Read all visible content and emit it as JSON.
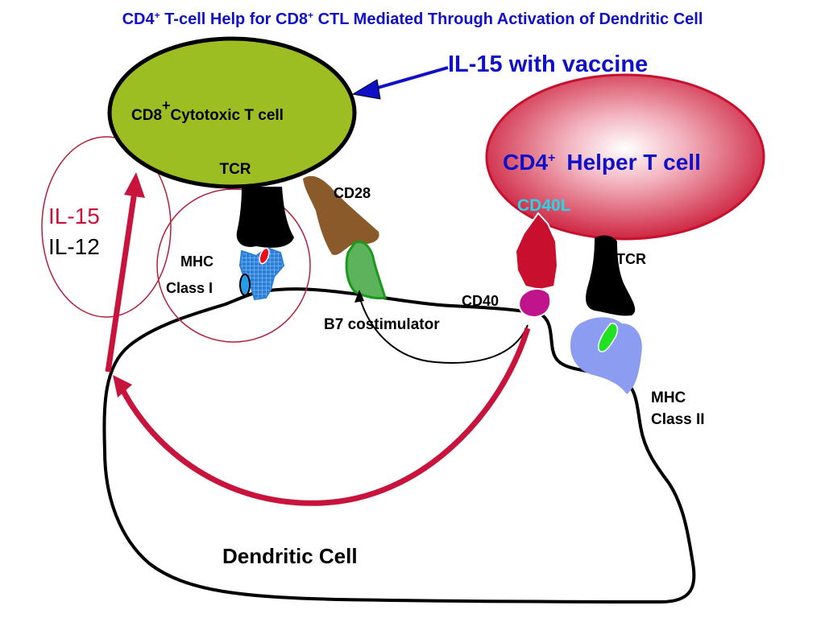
{
  "title": {
    "part1": "CD4",
    "sup1": "+",
    "part2": " T-cell Help for CD8",
    "sup2": "+",
    "part3": " CTL Mediated Through Activation of Dendritic Cell"
  },
  "labels": {
    "il15_vaccine": "IL-15 with vaccine",
    "cd8_main": "CD8",
    "cd8_sup": "+",
    "cd8_rest": "Cytotoxic T cell",
    "tcr_cd8": "TCR",
    "cd28": "CD28",
    "il15": "IL-15",
    "il12": "IL-12",
    "mhc1_line1": "MHC",
    "mhc1_line2": "Class I",
    "cd4_main": "CD4",
    "cd4_sup": "+",
    "cd4_rest": "Helper T cell",
    "cd40l": "CD40L",
    "tcr_cd4": "TCR",
    "cd40": "CD40",
    "b7": "B7 costimulator",
    "mhc2_line1": "MHC",
    "mhc2_line2": "Class II",
    "dendritic": "Dendritic Cell"
  },
  "colors": {
    "title_blue": "#1010c8",
    "cd8_fill": "#9dbe23",
    "cd4_fill": "#d11a3a",
    "arrow_red": "#c8143c",
    "cd28_brown": "#8b5a2b",
    "b7_green": "#5cb35c",
    "cd40_magenta": "#c0148c",
    "mhc2_lavender": "#8c9cf0",
    "mhc1_blue": "#2a7fd8",
    "cd40l_cyan": "#22d8e8"
  }
}
